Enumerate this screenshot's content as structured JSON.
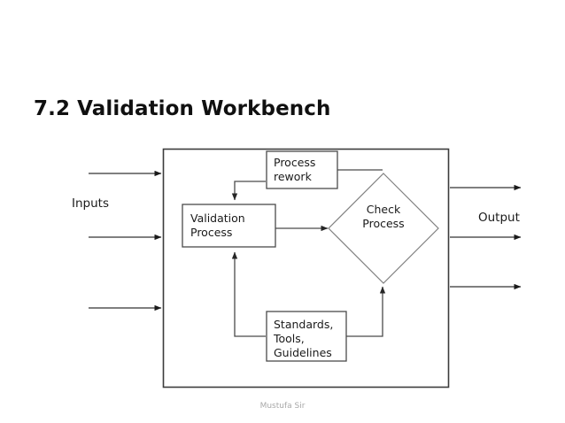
{
  "slide": {
    "title": "7.2 Validation Workbench",
    "background_color": "#ffffff",
    "footer": "Mustufa Sir",
    "footer_color": "#a8a8a8"
  },
  "diagram": {
    "type": "flow-diagram",
    "outer_boundary_label": "",
    "side_labels": {
      "inputs": "Inputs",
      "output": "Output"
    },
    "nodes": [
      {
        "id": "process-rework",
        "shape": "rectangle",
        "lines": [
          "Process",
          "rework"
        ],
        "line1": "Process",
        "line2": "rework"
      },
      {
        "id": "validation-process",
        "shape": "rectangle",
        "lines": [
          "Validation",
          "Process"
        ],
        "line1": "Validation",
        "line2": "Process"
      },
      {
        "id": "check-process",
        "shape": "diamond",
        "lines": [
          "Check",
          "Process"
        ],
        "line1": "Check",
        "line2": "Process"
      },
      {
        "id": "standards-tools-guidelines",
        "shape": "rectangle",
        "lines": [
          "Standards,",
          "Tools,",
          "Guidelines"
        ],
        "line1": "Standards,",
        "line2": "Tools,",
        "line3": "Guidelines"
      }
    ],
    "input_arrow_count": 3,
    "output_arrow_count": 3,
    "stroke_color": "#4a4a4a",
    "diamond_stroke_color": "#808080"
  }
}
